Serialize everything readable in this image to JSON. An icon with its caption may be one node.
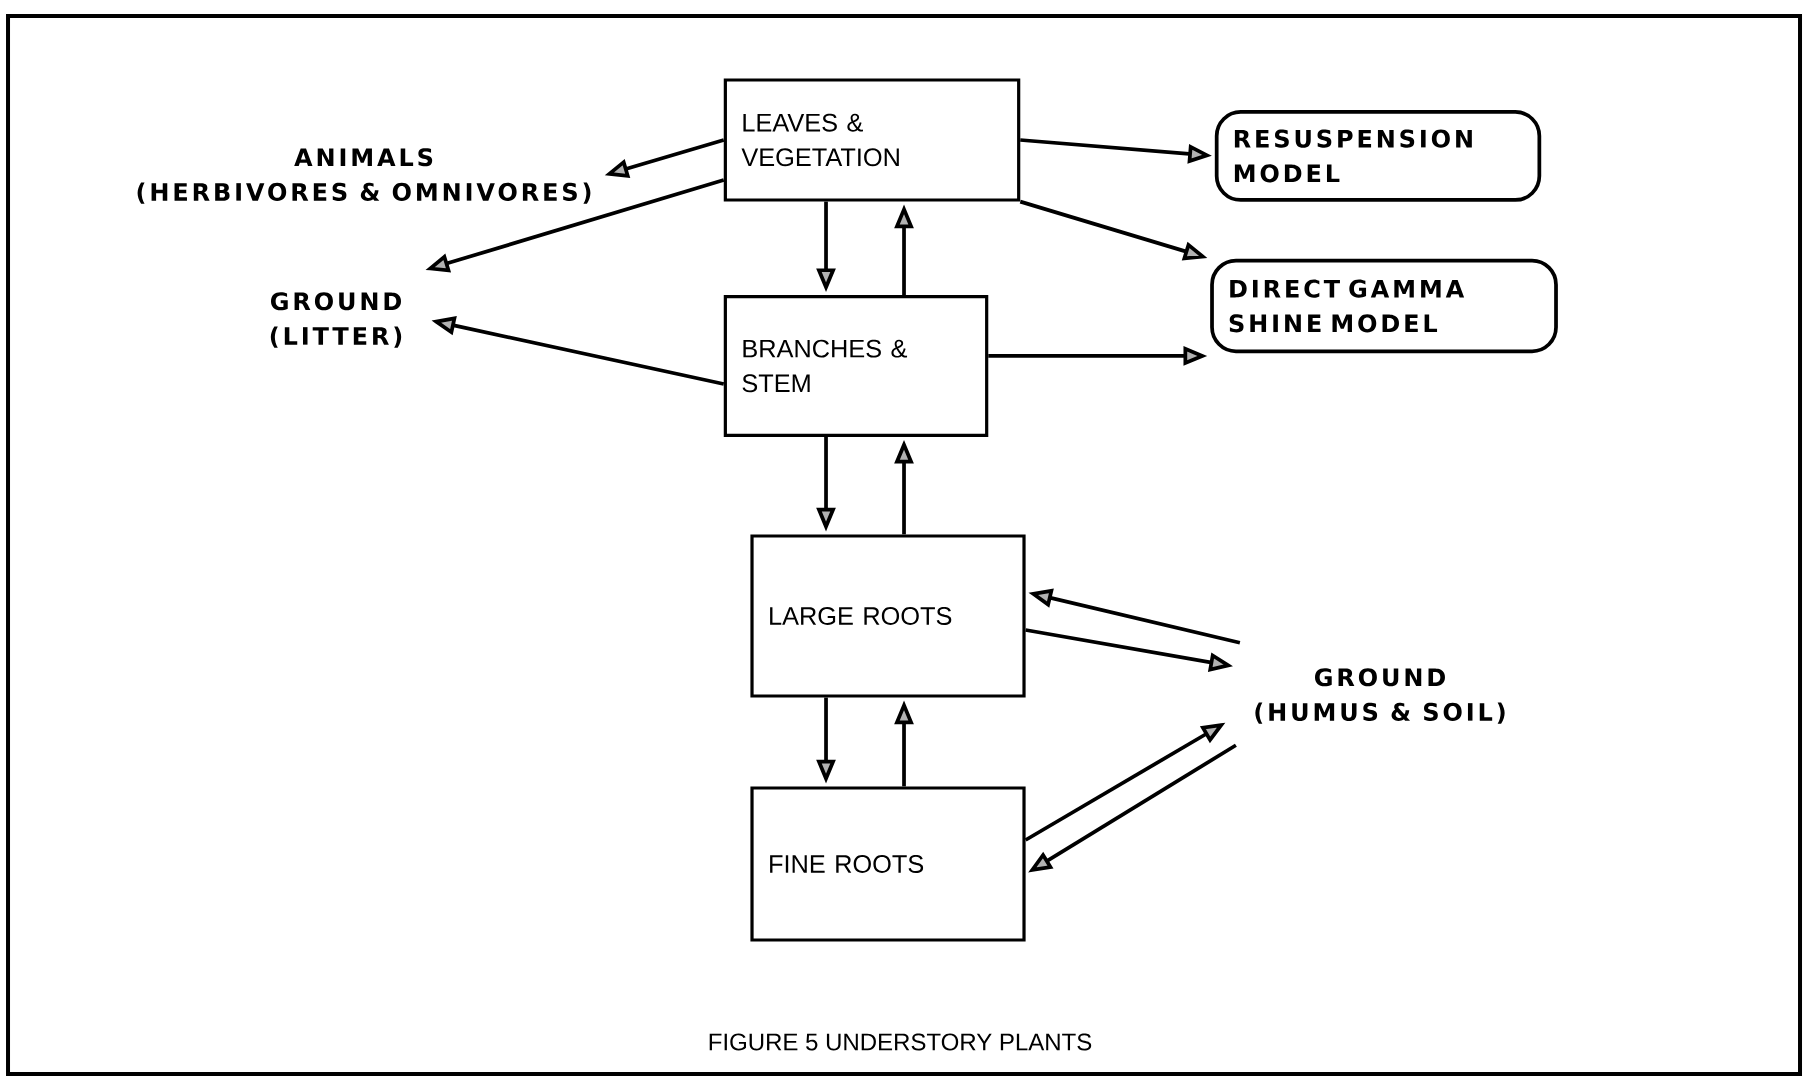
{
  "diagram": {
    "caption": "FIGURE 5 UNDERSTORY PLANTS",
    "nodes": [
      {
        "text": [
          "LEAVES & VEGETATION"
        ]
      },
      {
        "text": [
          "BRANCHES & STEM"
        ]
      },
      {
        "text": [
          "LARGE ROOTS"
        ]
      },
      {
        "text": [
          "FINE ROOTS"
        ]
      },
      {
        "text": [
          "ANIMALS",
          "(HERBIVORES & OMNIVORES)"
        ]
      },
      {
        "text": [
          "GROUND",
          "(LITTER)"
        ]
      },
      {
        "text": [
          "RESUSPENSION MODEL"
        ]
      },
      {
        "text": [
          "DIRECT GAMMA SHINE MODEL"
        ]
      },
      {
        "text": [
          "GROUND",
          "(HUMUS & SOIL)"
        ]
      }
    ],
    "edges": [
      {
        "from": 0,
        "to": 4,
        "arrow": "to"
      },
      {
        "from": 0,
        "to": 5,
        "arrow": "to"
      },
      {
        "from": 0,
        "to": 6,
        "arrow": "to"
      },
      {
        "from": 0,
        "to": 7,
        "arrow": "to"
      },
      {
        "from": 0,
        "to": 1,
        "arrow": "to"
      },
      {
        "from": 1,
        "to": 0,
        "arrow": "to"
      },
      {
        "from": 1,
        "to": 5,
        "arrow": "to"
      },
      {
        "from": 1,
        "to": 7,
        "arrow": "to"
      },
      {
        "from": 1,
        "to": 2,
        "arrow": "to"
      },
      {
        "from": 2,
        "to": 1,
        "arrow": "to"
      },
      {
        "from": 8,
        "to": 2,
        "arrow": "to"
      },
      {
        "from": 2,
        "to": 8,
        "arrow": "to"
      },
      {
        "from": 2,
        "to": 3,
        "arrow": "to"
      },
      {
        "from": 3,
        "to": 2,
        "arrow": "to"
      },
      {
        "from": 3,
        "to": 8,
        "arrow": "to"
      },
      {
        "from": 8,
        "to": 3,
        "arrow": "to"
      }
    ]
  }
}
